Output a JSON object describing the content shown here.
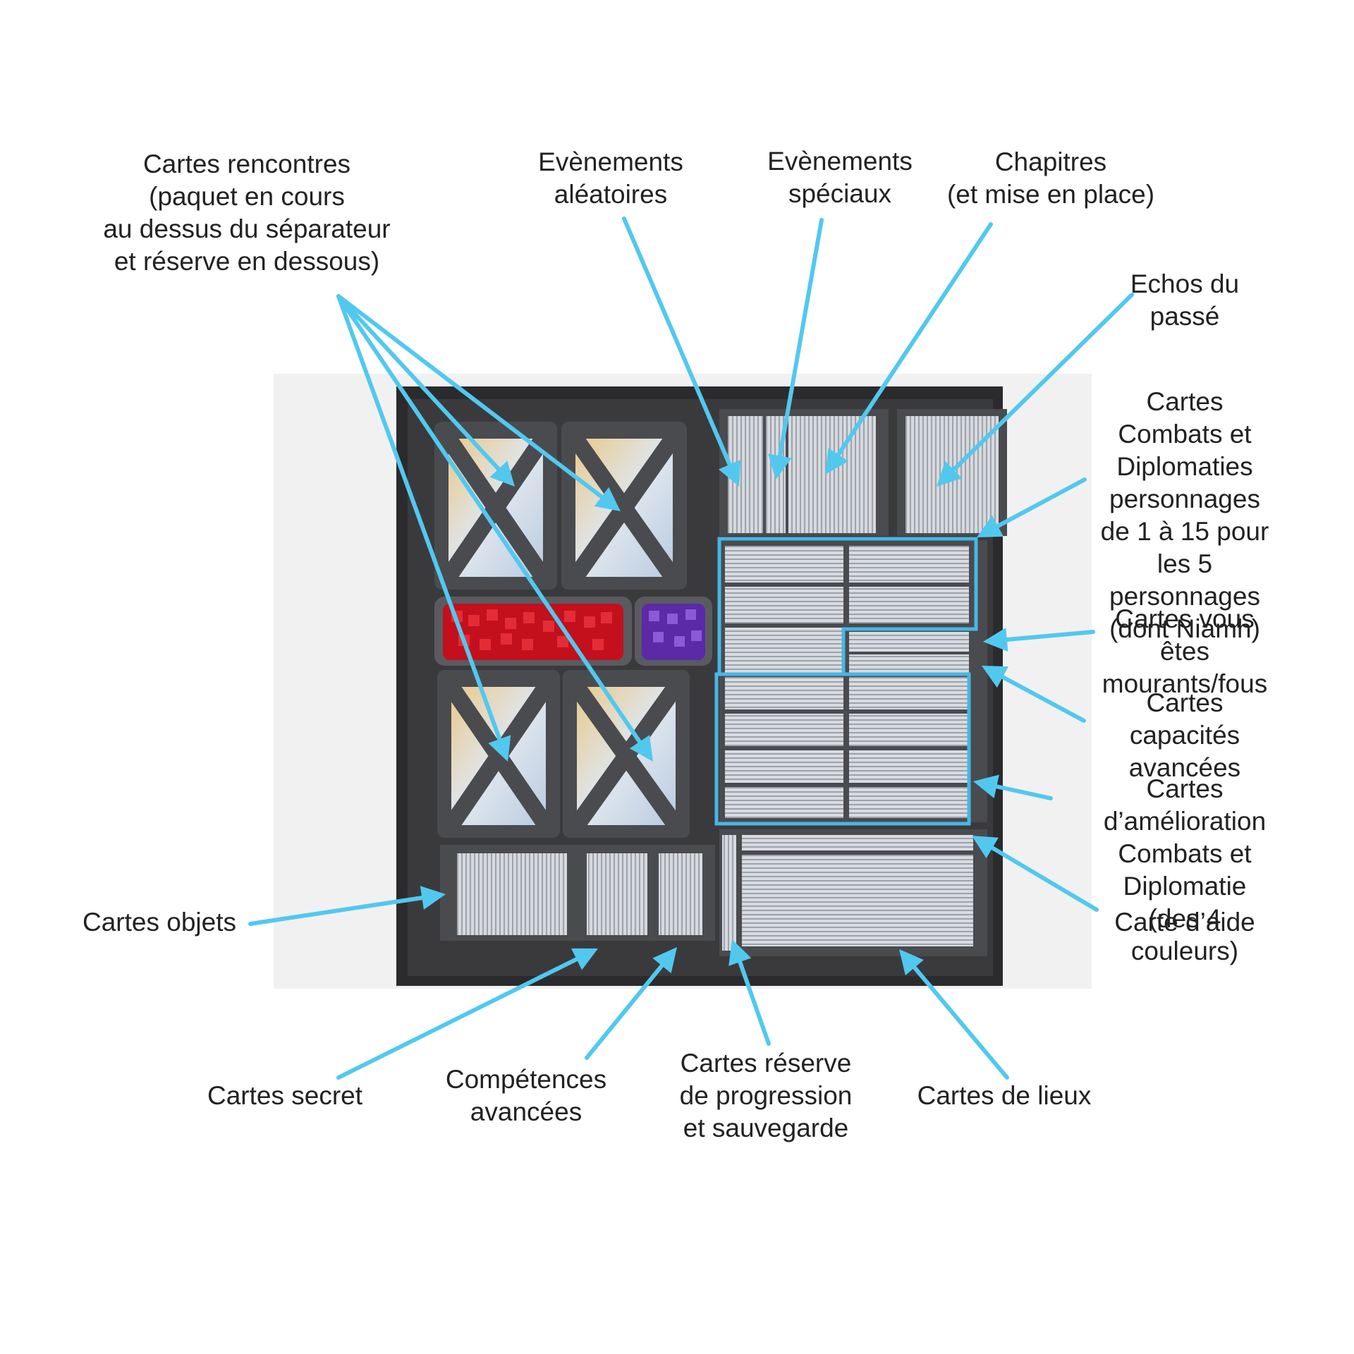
{
  "arrow_color": "#52c8ef",
  "highlight_color": "#46b8e6",
  "labels": {
    "cartes_rencontres": "Cartes rencontres\n(paquet en cours\nau dessus du séparateur\net réserve en dessous)",
    "evenements_aleatoires": "Evènements\naléatoires",
    "evenements_speciaux": "Evènements\nspéciaux",
    "chapitres": "Chapitres\n(et mise en place)",
    "echos": "Echos du passé",
    "combats_diplomaties": "Cartes Combats et\nDiplomaties\npersonnages\nde 1 à 15 pour\nles 5 personnages\n(dont Niamh)",
    "mourants": "Cartes vous\nêtes mourants/fous",
    "capacites": "Cartes capacités\navancées",
    "amelioration": "Cartes d’amélioration\nCombats et Diplomatie\n(des 4 couleurs)",
    "aide": "Carte d’aide",
    "objets": "Cartes objets",
    "secret": "Cartes secret",
    "competences": "Compétences\navancées",
    "reserve": "Cartes réserve\nde progression\net sauvegarde",
    "lieux": "Cartes de lieux"
  }
}
